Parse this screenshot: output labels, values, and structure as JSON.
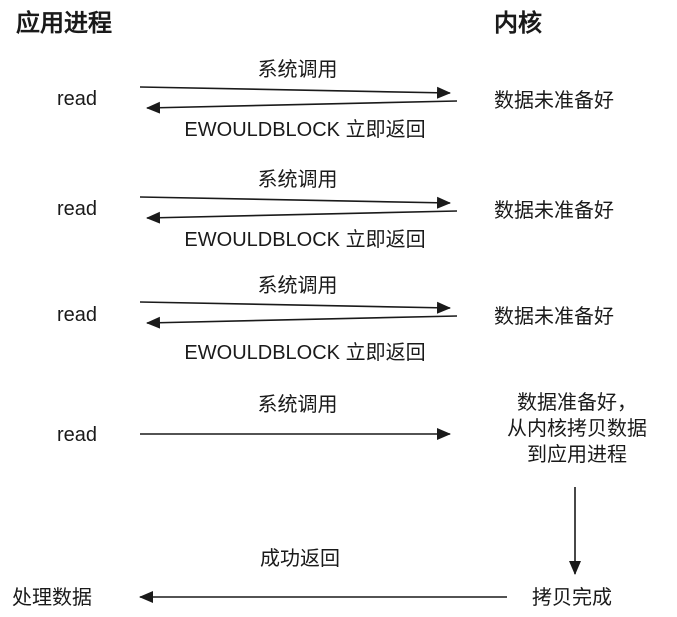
{
  "diagram": {
    "left_header": "应用进程",
    "right_header": "内核",
    "polling_rounds": [
      {
        "caller": "read",
        "call_label": "系统调用",
        "return_label": "EWOULDBLOCK 立即返回",
        "kernel_state": "数据未准备好"
      },
      {
        "caller": "read",
        "call_label": "系统调用",
        "return_label": "EWOULDBLOCK 立即返回",
        "kernel_state": "数据未准备好"
      },
      {
        "caller": "read",
        "call_label": "系统调用",
        "return_label": "EWOULDBLOCK 立即返回",
        "kernel_state": "数据未准备好"
      }
    ],
    "final_call": {
      "caller": "read",
      "call_label": "系统调用",
      "kernel_state_line1": "数据准备好，",
      "kernel_state_line2": "从内核拷贝数据",
      "kernel_state_line3": "到应用进程"
    },
    "completion": {
      "return_label": "成功返回",
      "kernel_state": "拷贝完成",
      "process_label": "处理数据"
    }
  }
}
